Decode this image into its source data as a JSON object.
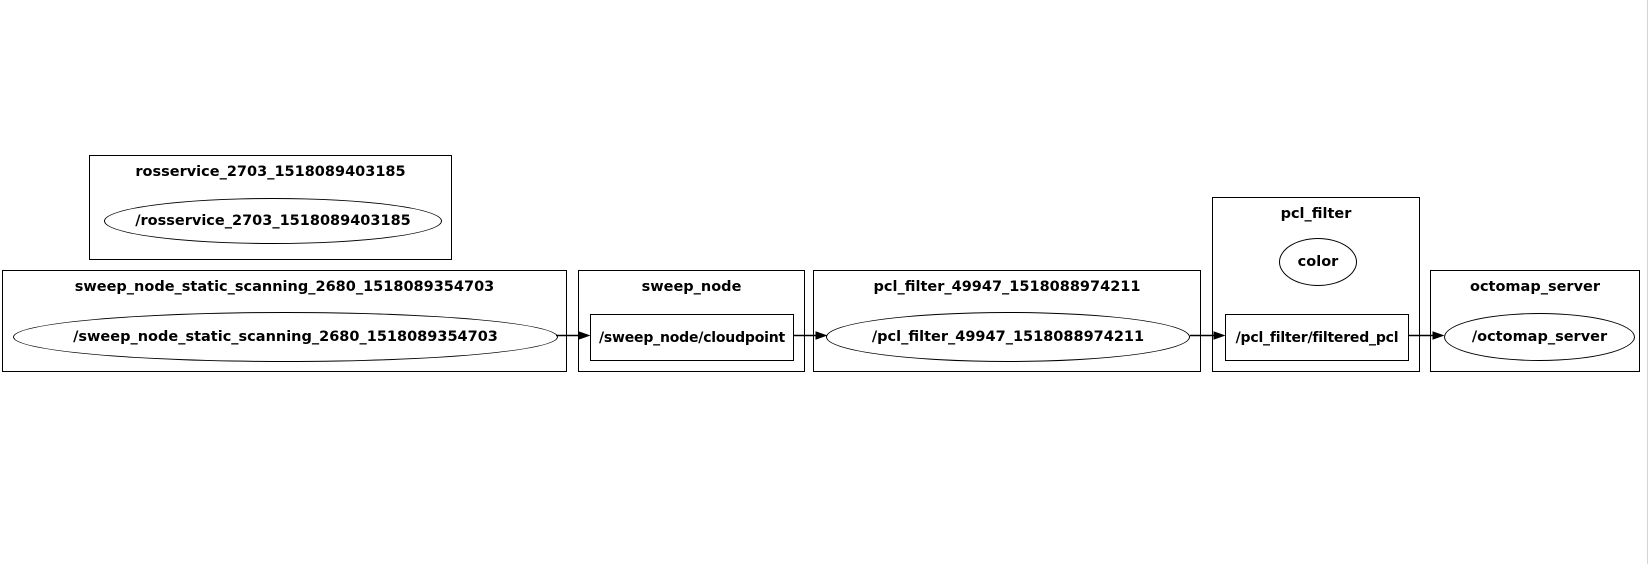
{
  "graph": {
    "clusters": [
      {
        "id": "rosservice",
        "title": "rosservice_2703_1518089403185",
        "nodes": [
          {
            "type": "ellipse",
            "label": "/rosservice_2703_1518089403185"
          }
        ]
      },
      {
        "id": "sweep_node_static",
        "title": "sweep_node_static_scanning_2680_1518089354703",
        "nodes": [
          {
            "type": "ellipse",
            "label": "/sweep_node_static_scanning_2680_1518089354703"
          }
        ]
      },
      {
        "id": "sweep_node",
        "title": "sweep_node",
        "nodes": [
          {
            "type": "topic",
            "label": "/sweep_node/cloudpoint"
          }
        ]
      },
      {
        "id": "pcl_filter_anon",
        "title": "pcl_filter_49947_1518088974211",
        "nodes": [
          {
            "type": "ellipse",
            "label": "/pcl_filter_49947_1518088974211"
          }
        ]
      },
      {
        "id": "pcl_filter",
        "title": "pcl_filter",
        "nodes": [
          {
            "type": "ellipse",
            "label": "color"
          },
          {
            "type": "topic",
            "label": "/pcl_filter/filtered_pcl"
          }
        ]
      },
      {
        "id": "octomap_server",
        "title": "octomap_server",
        "nodes": [
          {
            "type": "ellipse",
            "label": "/octomap_server"
          }
        ]
      }
    ],
    "edges": [
      {
        "from": "/sweep_node_static_scanning_2680_1518089354703",
        "to": "/sweep_node/cloudpoint"
      },
      {
        "from": "/sweep_node/cloudpoint",
        "to": "/pcl_filter_49947_1518088974211"
      },
      {
        "from": "/pcl_filter_49947_1518088974211",
        "to": "/pcl_filter/filtered_pcl"
      },
      {
        "from": "/pcl_filter/filtered_pcl",
        "to": "/octomap_server"
      }
    ]
  },
  "colors": {
    "background": "#ffffff",
    "stroke": "#000000",
    "text": "#000000"
  }
}
